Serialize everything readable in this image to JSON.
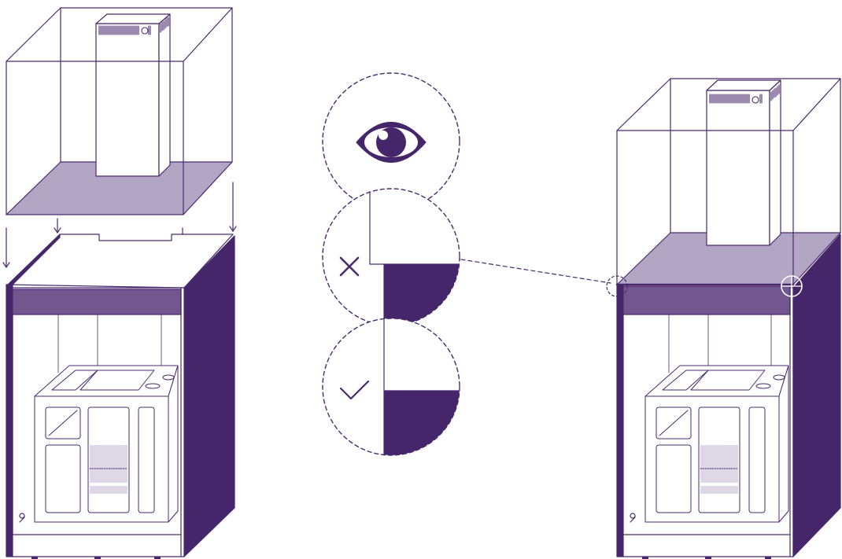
{
  "diagram": {
    "steps": [
      {
        "id": "before",
        "description_visible": false
      },
      {
        "id": "after",
        "description_visible": false
      }
    ],
    "callouts": [
      {
        "id": "inspect",
        "icon": "eye-icon"
      },
      {
        "id": "wrong-alignment",
        "icon": "cross-icon",
        "glyph": "X"
      },
      {
        "id": "correct-alignment",
        "icon": "check-icon",
        "glyph": "✓"
      }
    ]
  },
  "colors": {
    "accent": "#4a2a6e",
    "accent_fill": "#46266a",
    "hood_fill": "#b3a6c4",
    "band_fill": "#71578e",
    "line": "#4a2a6e",
    "tray_fill": "#ded7e6",
    "background": "#ffffff"
  }
}
